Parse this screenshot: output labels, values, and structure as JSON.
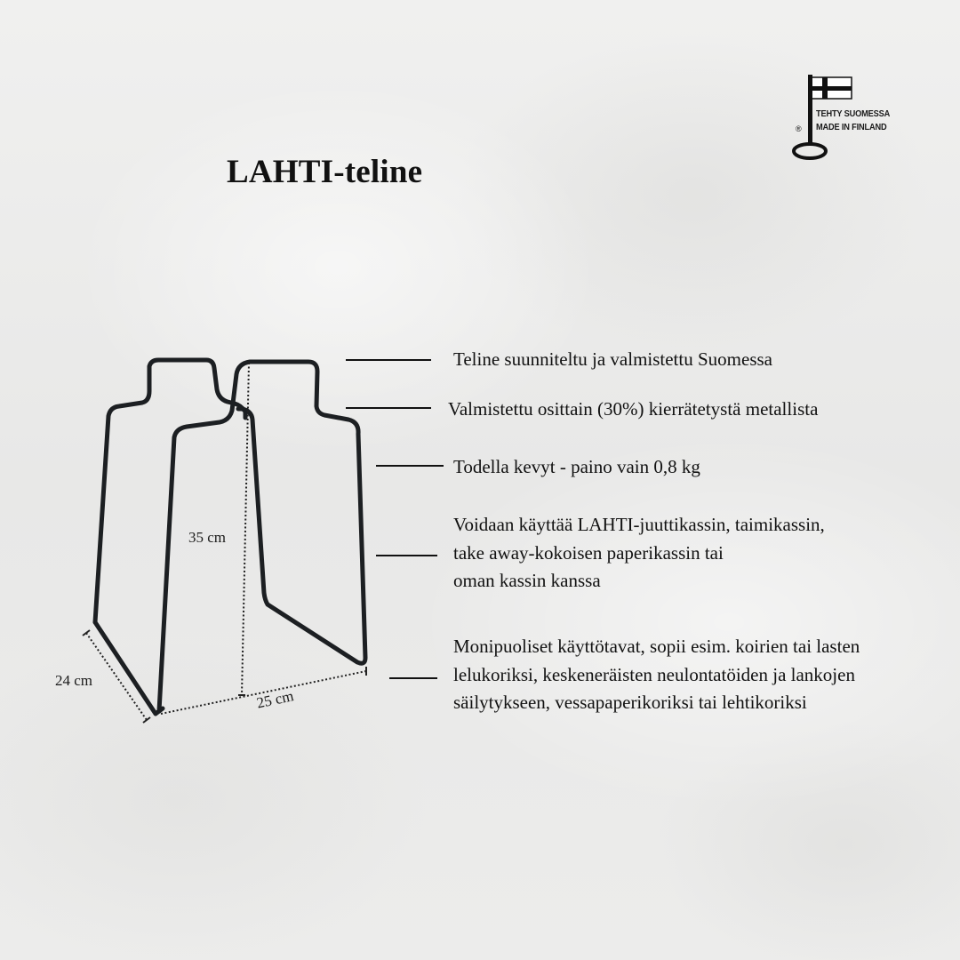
{
  "title": "LAHTI-teline",
  "badge": {
    "line1": "TEHTY SUOMESSA",
    "line2": "MADE IN FINLAND",
    "registered_mark": "®",
    "icon": "key-flag-icon"
  },
  "dimensions": {
    "height": "35 cm",
    "depth": "24 cm",
    "width": "25 cm"
  },
  "features": [
    {
      "lines": [
        "Teline suunniteltu ja valmistettu Suomessa"
      ]
    },
    {
      "lines": [
        "Valmistettu osittain (30%) kierrätetystä metallista"
      ]
    },
    {
      "lines": [
        "Todella kevyt - paino vain 0,8 kg"
      ]
    },
    {
      "lines": [
        "Voidaan käyttää LAHTI-juuttikassin,  taimikassin,",
        "take away-kokoisen paperikassin tai",
        "oman kassin kanssa"
      ]
    },
    {
      "lines": [
        "Monipuoliset käyttötavat, sopii esim. koirien tai lasten",
        "lelukoriksi, keskeneräisten neulontatöiden  ja lankojen",
        "säilytykseen, vessapaperikoriksi tai lehtikoriksi"
      ]
    }
  ],
  "colors": {
    "background": "#ebebea",
    "wire": "#1c1f22",
    "text": "#111111"
  }
}
